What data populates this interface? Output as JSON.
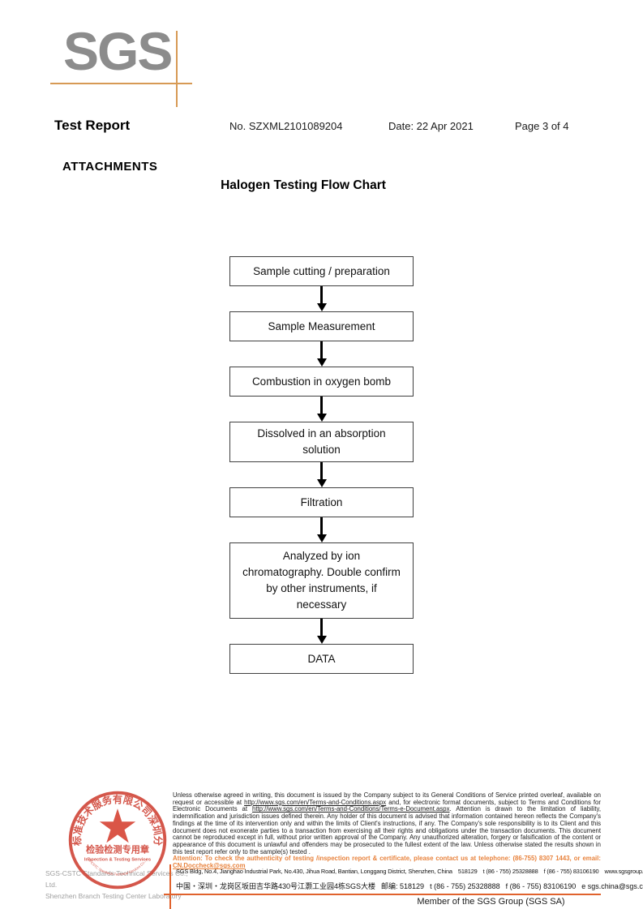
{
  "colors": {
    "brand_orange": "#e0622d",
    "logo_gray": "#8c8c8c",
    "crosshair_tan": "#d79a55",
    "stamp_red": "#d04437",
    "attention_orange": "#e8823c"
  },
  "logo": {
    "text": "SGS"
  },
  "header": {
    "title": "Test Report",
    "report_no": "No. SZXML2101089204",
    "date": "Date: 22 Apr 2021",
    "page_info": "Page 3 of 4"
  },
  "attachments_label": "ATTACHMENTS",
  "flowchart": {
    "title": "Halogen Testing Flow Chart",
    "steps": [
      "Sample cutting / preparation",
      "Sample Measurement",
      "Combustion in oxygen bomb",
      "Dissolved in an absorption solution",
      "Filtration",
      "Analyzed by ion chromatography. Double confirm by other instruments, if necessary",
      "DATA"
    ]
  },
  "stamp": {
    "ring_top_text": "通标标准技术服务有限公司深圳分公司",
    "ring_bottom_text": "SGS-CSTC Standards Technical Services Co., Ltd.",
    "center_cn": "检验检测专用章",
    "center_en": "Inspection & Testing Services"
  },
  "company_gray": {
    "line1": "SGS-CSTC Standards Technical Services Co., Ltd.",
    "line2": "Shenzhen Branch Testing Center Laboratory"
  },
  "disclaimer": {
    "part1": "Unless otherwise agreed in writing, this document is issued by the Company subject to its General Conditions of Service printed overleaf, available on request or accessible at ",
    "link1": "http://www.sgs.com/en/Terms-and-Conditions.aspx",
    "part2": " and, for electronic format documents, subject to Terms and Conditions for Electronic Documents at ",
    "link2": "http://www.sgs.com/en/Terms-and-Conditions/Terms-e-Document.aspx",
    "part3": ". Attention is drawn to the limitation of liability, indemnification and jurisdiction issues defined therein. Any holder of this document is advised that information contained hereon reflects the Company's findings at the time of its intervention only and within the limits of Client's instructions, if any. The Company's sole responsibility is to its Client and this document does not exonerate parties to a transaction from exercising all their rights and obligations under the transaction documents. This document cannot be reproduced except in full, without prior written approval of the Company. Any unauthorized alteration, forgery or falsification of the content or appearance of this document is unlawful and offenders may be prosecuted to the fullest extent of the law. Unless otherwise stated the results shown in this test report refer only to the sample(s) tested .",
    "attention_part1": "Attention: To check the authenticity of testing /inspection report & certificate, please contact us at telephone: (86-755) 8307 1443, or email: ",
    "attention_email": "CN.Doccheck@sgs.com"
  },
  "address": {
    "en": {
      "text": "SGS Bldg, No.4, Jianghao Industrial Park, No.430, Jihua Road, Bantian, Longgang District, Shenzhen, China",
      "postal": "518129",
      "tel": "t (86 - 755) 25328888",
      "fax": "f (86 - 755) 83106190",
      "web": "www.sgsgroup.com.cn"
    },
    "cn": {
      "text": "中国・深圳・龙岗区坂田吉华路430号江灏工业园4栋SGS大楼",
      "postal": "邮编: 518129",
      "tel": "t (86 - 755) 25328888",
      "fax": "f (86 - 755) 83106190",
      "email": "e  sgs.china@sgs.com"
    }
  },
  "member_text": "Member of the SGS Group (SGS SA)"
}
